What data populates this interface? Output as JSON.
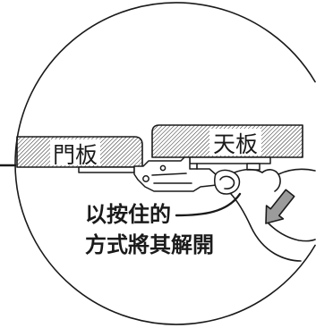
{
  "labels": {
    "door_panel": "門板",
    "top_panel": "天板"
  },
  "instruction": {
    "line1": "以按住的",
    "line2": "方式將其解開"
  },
  "colors": {
    "ink": "#1a1a1a",
    "arrow_fill": "#9b9b9b",
    "background": "#ffffff"
  }
}
